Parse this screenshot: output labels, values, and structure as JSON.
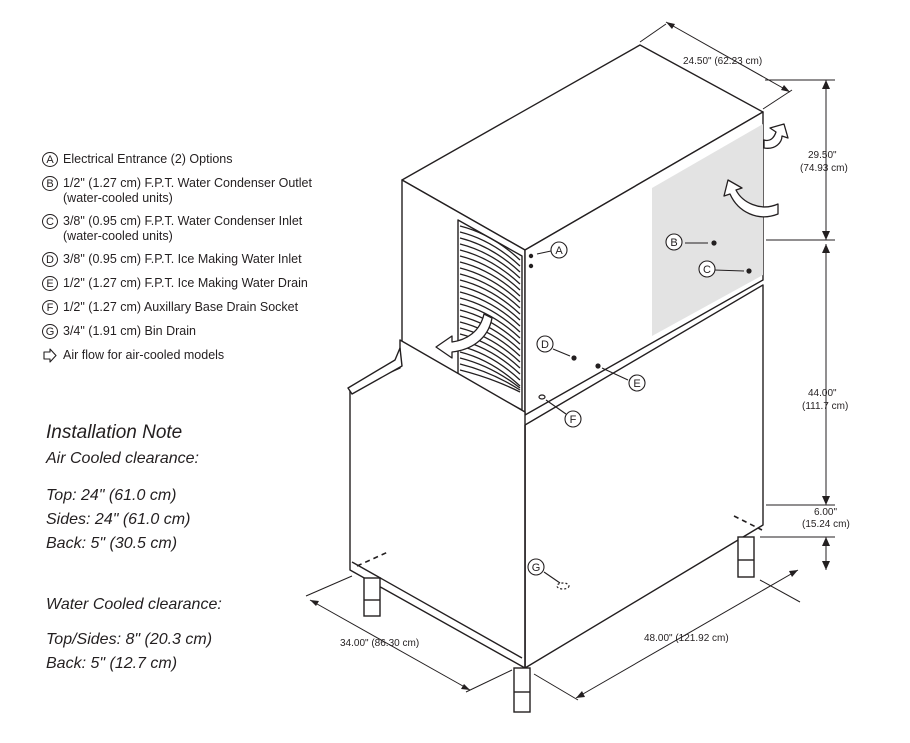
{
  "legend": {
    "items": [
      {
        "key": "A",
        "text": "Electrical Entrance (2) Options"
      },
      {
        "key": "B",
        "text": "1/2\" (1.27 cm) F.P.T. Water Condenser Outlet\n(water-cooled units)"
      },
      {
        "key": "C",
        "text": "3/8\" (0.95 cm) F.P.T. Water Condenser Inlet\n(water-cooled units)"
      },
      {
        "key": "D",
        "text": "3/8\" (0.95 cm) F.P.T. Ice Making Water Inlet"
      },
      {
        "key": "E",
        "text": "1/2\" (1.27 cm) F.P.T. Ice Making Water Drain"
      },
      {
        "key": "F",
        "text": "1/2\" (1.27 cm) Auxillary Base Drain Socket"
      },
      {
        "key": "G",
        "text": "3/4\" (1.91 cm) Bin Drain"
      }
    ],
    "airflow_text": "Air flow for air-cooled models"
  },
  "installation": {
    "title": "Installation Note",
    "air_heading": "Air Cooled clearance:",
    "air_lines": [
      "Top: 24\" (61.0 cm)",
      "Sides: 24\" (61.0 cm)",
      "Back: 5\" (30.5 cm)"
    ],
    "water_heading": "Water Cooled clearance:",
    "water_lines": [
      "Top/Sides: 8\" (20.3 cm)",
      "Back: 5\" (12.7 cm)"
    ]
  },
  "dimensions": {
    "top_width": "24.50\" (62.23 cm)",
    "upper_height_in": "29.50\"",
    "upper_height_cm": "(74.93 cm)",
    "bin_height_in": "44.00\"",
    "bin_height_cm": "(111.7 cm)",
    "leg_height_in": "6.00\"",
    "leg_height_cm": "(15.24 cm)",
    "front_width": "34.00\" (86.30 cm)",
    "depth": "48.00\" (121.92 cm)"
  },
  "callouts": {
    "a": "A",
    "b": "B",
    "c": "C",
    "d": "D",
    "e": "E",
    "f": "F",
    "g": "G"
  }
}
